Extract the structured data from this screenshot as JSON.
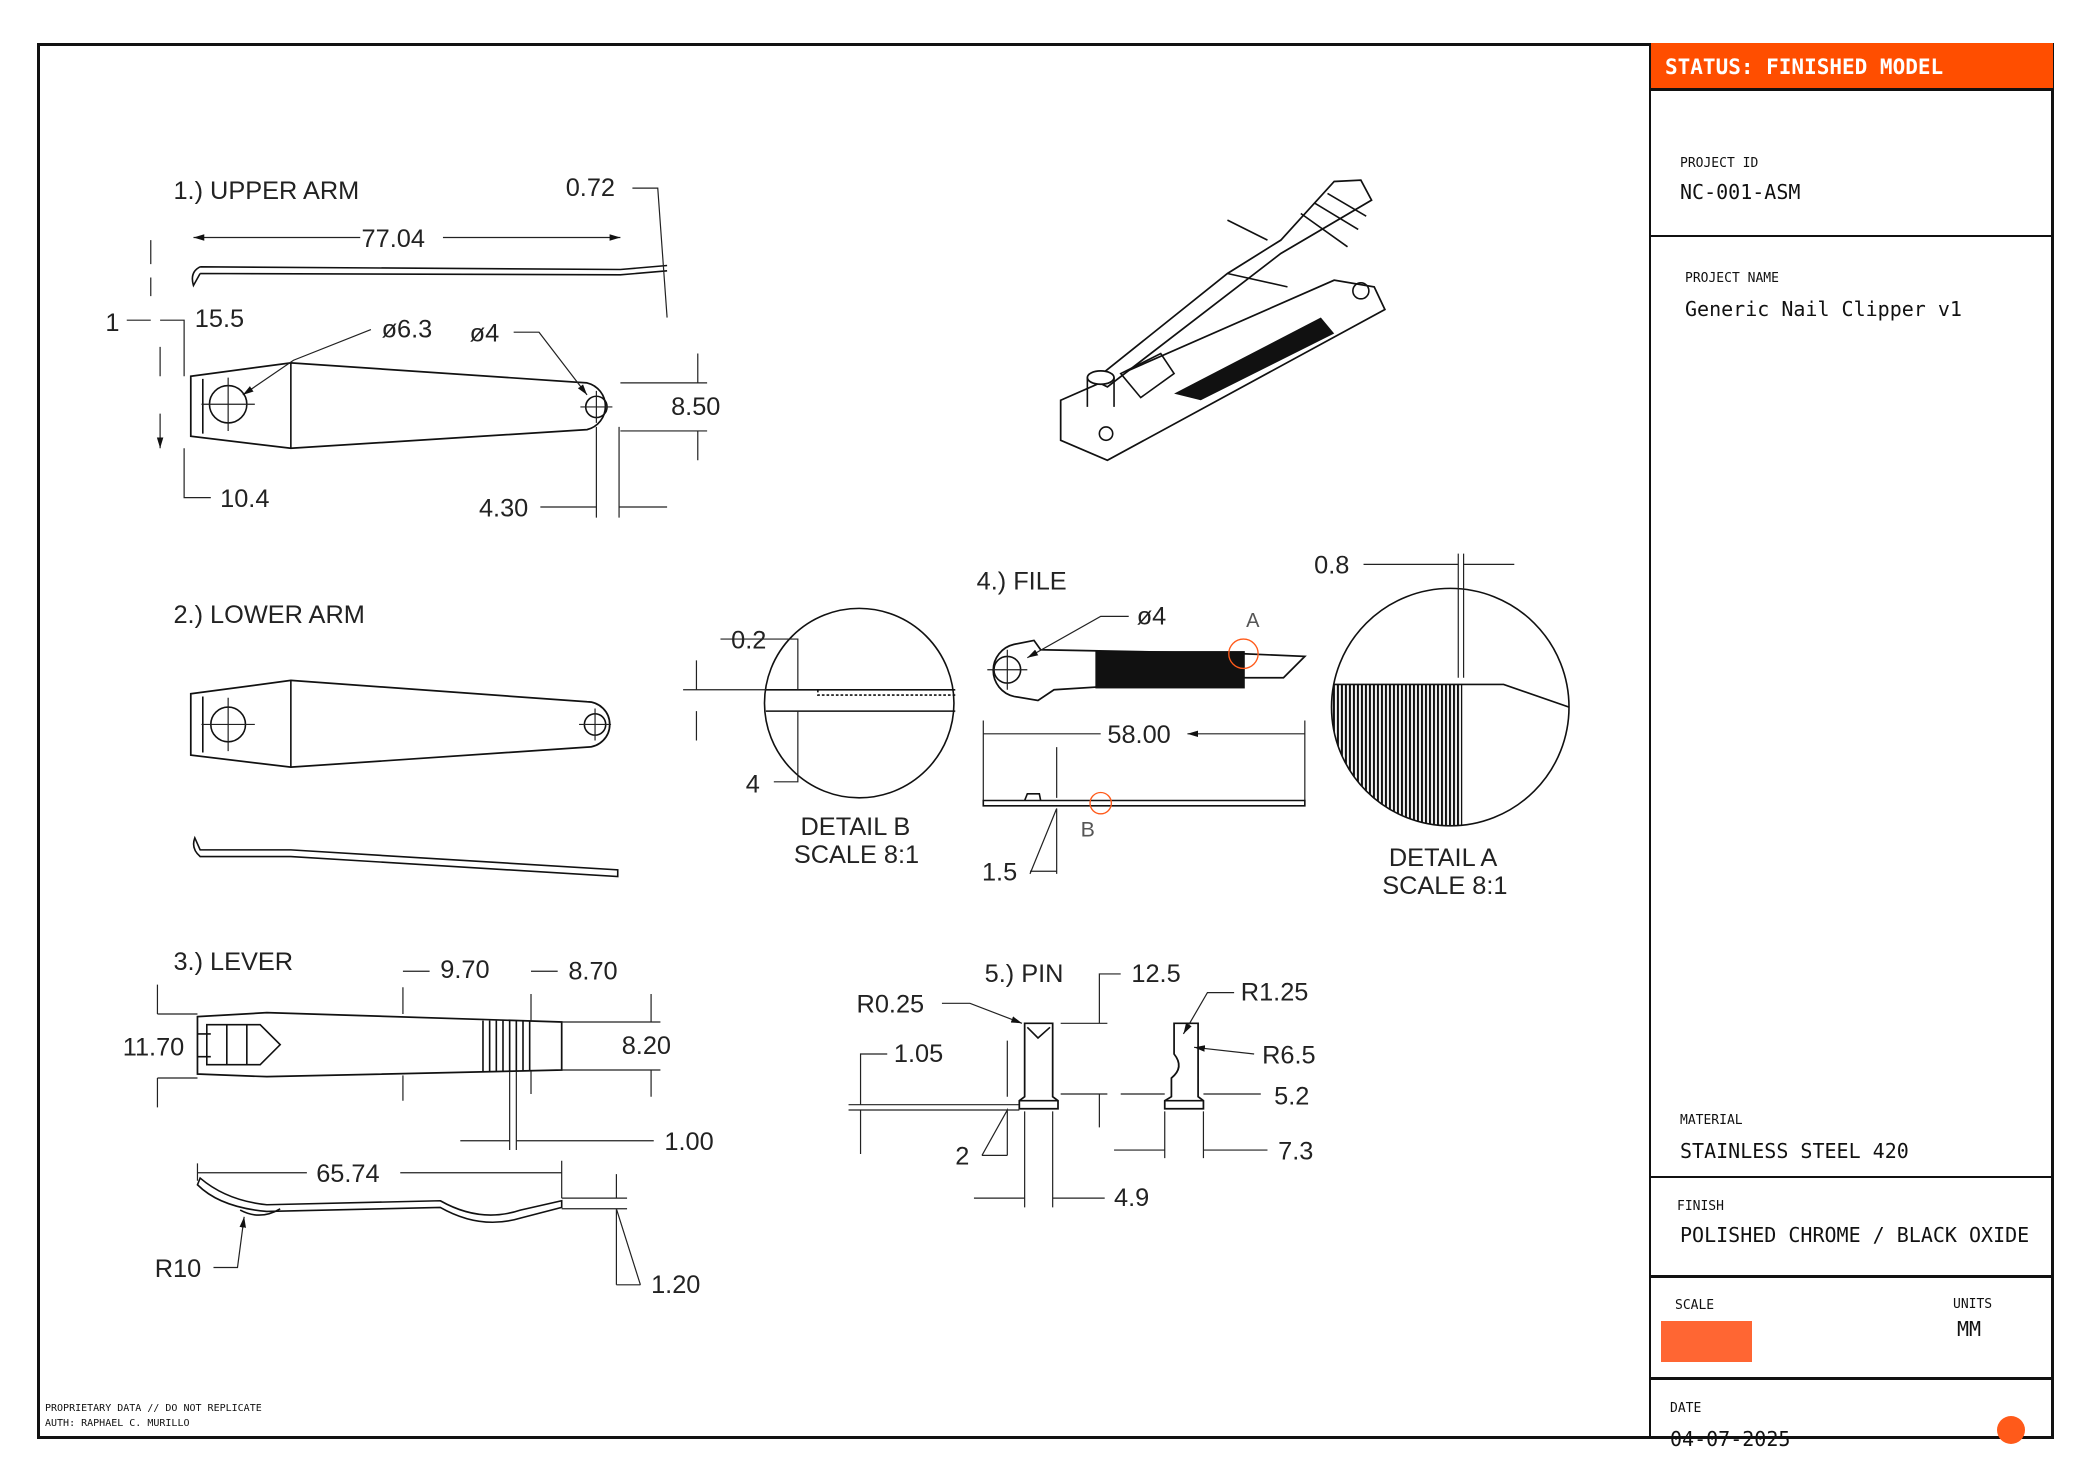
{
  "title_block": {
    "status": "STATUS: FINISHED MODEL",
    "project_id_label": "PROJECT ID",
    "project_id": "NC-001-ASM",
    "project_name_label": "PROJECT NAME",
    "project_name": "Generic Nail Clipper v1",
    "material_label": "MATERIAL",
    "material": "STAINLESS STEEL 420",
    "finish_label": "FINISH",
    "finish": "POLISHED CHROME / BLACK OXIDE",
    "scale_label": "SCALE",
    "units_label": "UNITS",
    "units": "MM",
    "date_label": "DATE",
    "date": "04-07-2025",
    "accent_color": "#ff4e00"
  },
  "footer": {
    "line1": "PROPRIETARY DATA // DO NOT REPLICATE",
    "line2": "AUTH: RAPHAEL C. MURILLO"
  },
  "views": {
    "upper_arm": {
      "title": "1.) UPPER ARM",
      "d_072": "0.72",
      "d_7704": "77.04",
      "d_1": "1",
      "d_155": "15.5",
      "d_dia63": "ø6.3",
      "d_dia4": "ø4",
      "d_850": "8.50",
      "d_104": "10.4",
      "d_430": "4.30"
    },
    "lower_arm": {
      "title": "2.) LOWER ARM"
    },
    "detail_b": {
      "d_02": "0.2",
      "d_4": "4",
      "title": "DETAIL B",
      "scale": "SCALE 8:1"
    },
    "file": {
      "title": "4.) FILE",
      "d_dia4": "ø4",
      "marker_a": "A",
      "d_5800": "58.00",
      "marker_b": "B",
      "d_15": "1.5"
    },
    "detail_a": {
      "d_08": "0.8",
      "title": "DETAIL A",
      "scale": "SCALE 8:1"
    },
    "lever": {
      "title": "3.) LEVER",
      "d_970": "9.70",
      "d_870": "8.70",
      "d_1170": "11.70",
      "d_820": "8.20",
      "d_100": "1.00",
      "d_6574": "65.74",
      "d_r10": "R10",
      "d_120": "1.20"
    },
    "pin": {
      "title": "5.) PIN",
      "d_125": "12.5",
      "d_r025": "R0.25",
      "d_r125": "R1.25",
      "d_105": "1.05",
      "d_r65": "R6.5",
      "d_52": "5.2",
      "d_2": "2",
      "d_73": "7.3",
      "d_49": "4.9"
    }
  }
}
